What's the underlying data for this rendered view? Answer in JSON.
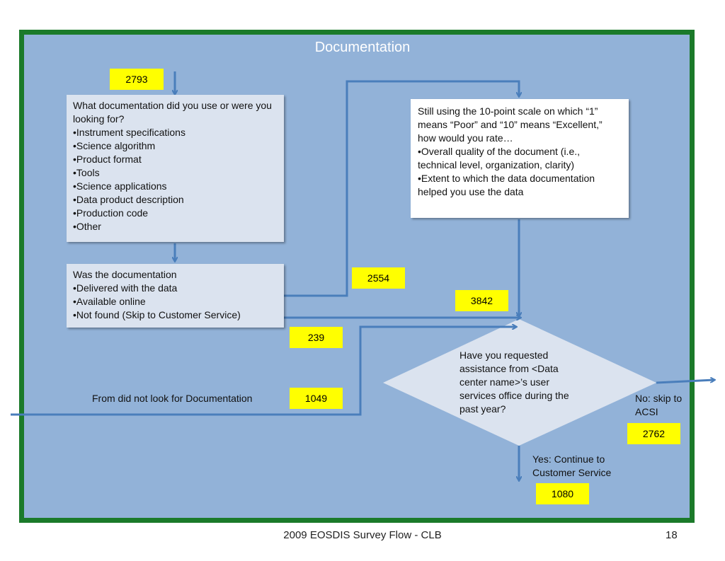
{
  "title": "Documentation",
  "boxes": {
    "documentation_used": [
      "What documentation did you use or were you looking for?",
      "•Instrument specifications",
      "•Science algorithm",
      "•Product format",
      "•Tools",
      "•Science applications",
      "•Data product description",
      "•Production code",
      "•Other"
    ],
    "delivery": [
      "Was the documentation",
      "•Delivered with the data",
      "•Available online",
      "•Not found (Skip to Customer Service)"
    ],
    "rating": [
      "Still using the 10-point scale on which “1” means “Poor” and “10” means “Excellent,” how would you rate…",
      "•Overall quality of the document (i.e., technical level, organization, clarity)",
      "•Extent to which the data documentation helped you use the data"
    ],
    "assistance_question": "Have you requested assistance from <Data center name>’s user services office during the past year?"
  },
  "counts": {
    "c2793": "2793",
    "c2554": "2554",
    "c3842": "3842",
    "c239": "239",
    "c1049": "1049",
    "c2762": "2762",
    "c1080": "1080"
  },
  "labels": {
    "from_no_doc": "From did not look for Documentation",
    "no_skip": "No: skip to ACSI",
    "yes_continue": "Yes: Continue to Customer Service"
  },
  "footer": {
    "text": "2009 EOSDIS Survey Flow - CLB",
    "page": "18"
  },
  "colors": {
    "frame_border": "#1b7a2a",
    "panel": "#92b2d8",
    "box": "#dbe3ef",
    "arrow": "#4a7ebb",
    "count_tag": "#ffff00"
  }
}
